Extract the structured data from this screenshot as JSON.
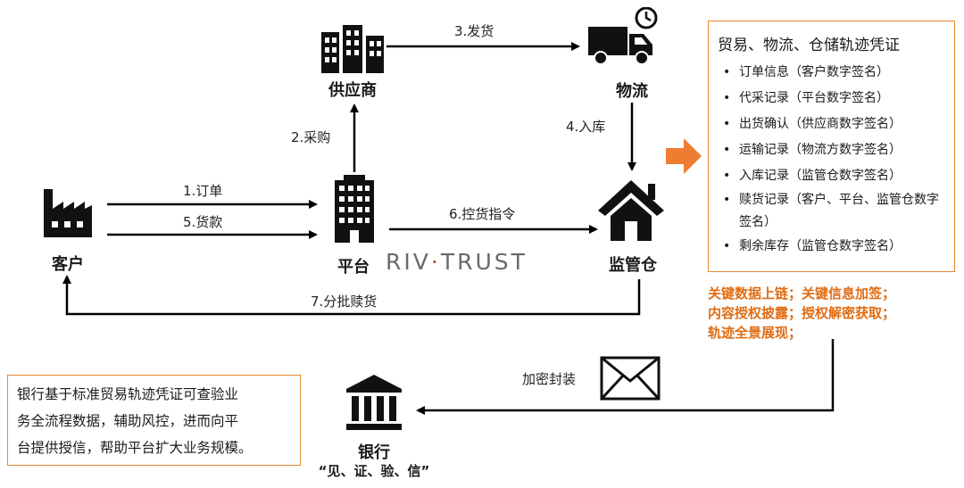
{
  "nodes": {
    "customer": "客户",
    "supplier": "供应商",
    "platform": "平台",
    "logistics": "物流",
    "warehouse": "监管仓",
    "bank": "银行",
    "bank_sub": "“见、证、验、信”"
  },
  "edges": {
    "order": "1.订单",
    "purchase": "2.采购",
    "ship": "3.发货",
    "inbound": "4.入库",
    "payment": "5.货款",
    "control": "6.控货指令",
    "redeem": "7.分批赎货",
    "encrypt": "加密封装"
  },
  "logo": {
    "part1": "RIV",
    "dot": "·",
    "part2": "TRUST"
  },
  "info_box": {
    "title": "贸易、物流、仓储轨迹凭证",
    "items": [
      "订单信息（客户数字签名）",
      "代采记录（平台数字签名）",
      "出货确认（供应商数字签名）",
      "运输记录（物流方数字签名）",
      "入库记录（监管仓数字签名）",
      "赎货记录（客户、平台、监管仓数字签名）",
      "剩余库存（监管仓数字签名）"
    ]
  },
  "orange_note": {
    "line1": "关键数据上链；关键信息加签；",
    "line2": "内容授权披露；授权解密获取；",
    "line3": "轨迹全景展现；"
  },
  "bank_box": {
    "line1": "银行基于标准贸易轨迹凭证可查验业",
    "line2": "务全流程数据，辅助风控，进而向平",
    "line3": "台提供授信，帮助平台扩大业务规模。"
  },
  "colors": {
    "accent": "#e8892f",
    "orange_text": "#e06c13",
    "arrow_fill": "#ed7d31",
    "logo_red": "#c9473b"
  },
  "icons": [
    "factory-icon",
    "buildings-icon",
    "office-tower-icon",
    "truck-clock-icon",
    "house-icon",
    "bank-icon",
    "envelope-icon",
    "orange-arrow-icon"
  ]
}
